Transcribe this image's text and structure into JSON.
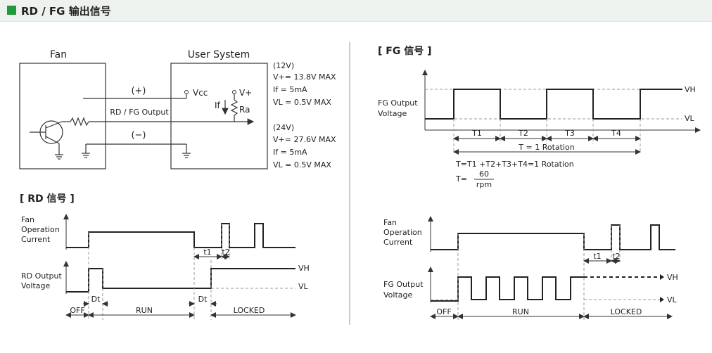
{
  "header": {
    "title": "RD / FG 输出信号"
  },
  "circuit": {
    "fan_label": "Fan",
    "user_label": "User System",
    "plus": "(+)",
    "minus": "(−)",
    "signal": "RD / FG Output",
    "vcc": "Vcc",
    "vplus": "V+",
    "if_label": "If",
    "ra": "Ra"
  },
  "specs_12v": [
    "(12V)",
    "V+= 13.8V MAX",
    "If    = 5mA",
    "VL = 0.5V MAX"
  ],
  "specs_24v": [
    "(24V)",
    "V+= 27.6V MAX",
    "If    = 5mA",
    "VL = 0.5V MAX"
  ],
  "rd": {
    "section": "[ RD 信号 ]",
    "current_label": [
      "Fan",
      "Operation",
      "Current"
    ],
    "output_label": [
      "RD Output",
      "Voltage"
    ],
    "vh": "VH",
    "vl": "VL",
    "t1": "t1",
    "t2": "t2",
    "dt": "Dt",
    "off": "OFF",
    "run": "RUN",
    "locked": "LOCKED"
  },
  "fg": {
    "section": "[ FG 信号 ]",
    "output_label": [
      "FG Output",
      "Voltage"
    ],
    "vh": "VH",
    "vl": "VL",
    "periods": [
      "T1",
      "T2",
      "T3",
      "T4"
    ],
    "rotation": "T = 1 Rotation",
    "formula1": "T=T1 +T2+T3+T4=1 Rotation",
    "formula2_prefix": "T=",
    "formula2_num": "60",
    "formula2_den": "rpm"
  },
  "fg2": {
    "current_label": [
      "Fan",
      "Operation",
      "Current"
    ],
    "output_label": [
      "FG Output",
      "Voltage"
    ],
    "vh": "VH",
    "vl": "VL",
    "t1": "t1",
    "t2": "t2",
    "off": "OFF",
    "run": "RUN",
    "locked": "LOCKED"
  }
}
